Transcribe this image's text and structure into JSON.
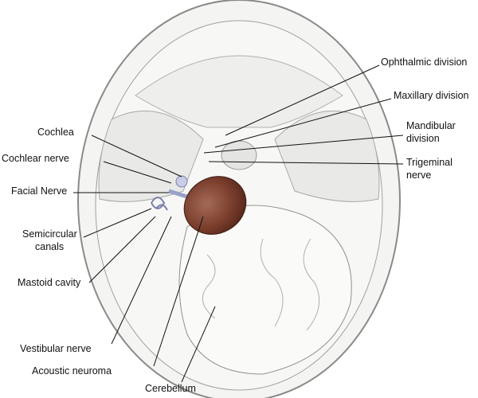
{
  "labels": {
    "ophthalmic": "Ophthalmic division",
    "maxillary": "Maxillary division",
    "mandibular_1": "Mandibular",
    "mandibular_2": "division",
    "trigeminal_1": "Trigeminal",
    "trigeminal_2": "nerve",
    "cochlea": "Cochlea",
    "cochlear_nerve": "Cochlear nerve",
    "facial_nerve": "Facial Nerve",
    "semicircular_1": "Semicircular",
    "semicircular_2": "canals",
    "mastoid": "Mastoid cavity",
    "vestibular": "Vestibular nerve",
    "acoustic": "Acoustic neuroma",
    "cerebellum": "Cerebellum"
  },
  "colors": {
    "tumor": "#7a3d2c",
    "bone": "#f2f2f0",
    "outline": "#8a8a88",
    "nerve": "#9aa0c8"
  }
}
